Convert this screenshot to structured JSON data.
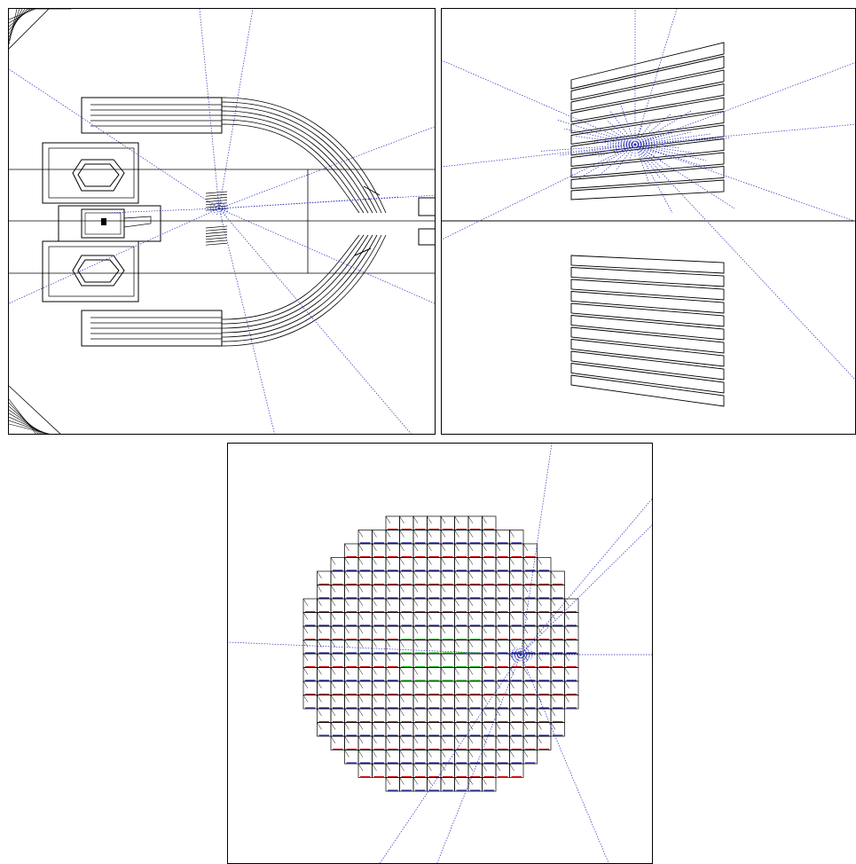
{
  "figure": {
    "panels": [
      {
        "id": "top-view",
        "kind": "event-display-top-view"
      },
      {
        "id": "zoom-view",
        "kind": "event-display-zoomed-detector"
      },
      {
        "id": "beam-view",
        "kind": "event-display-calorimeter-front-view"
      }
    ],
    "colors": {
      "geometry": "#000000",
      "track": "#2a2fb8",
      "calorimeter_red": "#d01818",
      "calorimeter_blue": "#1a1aa0",
      "calorimeter_green": "#18c218",
      "background": "#ffffff"
    },
    "text": []
  }
}
